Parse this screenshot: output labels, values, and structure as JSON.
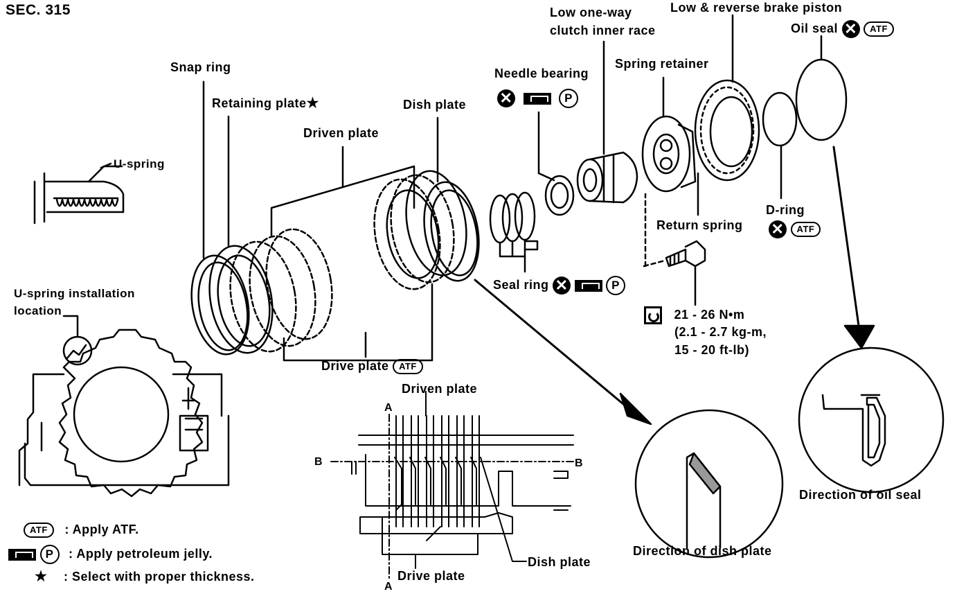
{
  "section": "SEC. 315",
  "labels": {
    "snap_ring": "Snap ring",
    "retaining_plate": "Retaining plate",
    "driven_plate": "Driven plate",
    "dish_plate": "Dish plate",
    "drive_plate": "Drive plate",
    "needle_bearing": "Needle bearing",
    "low_one_way_line1": "Low one-way",
    "low_one_way_line2": "clutch inner race",
    "spring_retainer": "Spring retainer",
    "low_reverse_piston": "Low & reverse brake piston",
    "oil_seal": "Oil seal",
    "d_ring": "D-ring",
    "return_spring": "Return spring",
    "seal_ring": "Seal ring",
    "torque_line1": "21 - 26 N•m",
    "torque_line2": "(2.1 - 2.7 kg-m,",
    "torque_line3": "15 - 20 ft-lb)",
    "u_spring": "U-spring",
    "u_spring_install_line1": "U-spring installation",
    "u_spring_install_line2": "location",
    "section_driven_plate": "Driven plate",
    "section_drive_plate": "Drive plate",
    "section_dish_plate": "Dish plate",
    "section_a_top": "A",
    "section_a_bottom": "A",
    "section_b_left": "B",
    "section_b_right": "B",
    "dir_dish_plate": "Direction of dish plate",
    "dir_oil_seal": "Direction of oil seal"
  },
  "symbols": {
    "atf": "ATF",
    "petroleum": "P",
    "replace": "✕",
    "star": "★"
  },
  "legend": {
    "atf_text": ": Apply ATF.",
    "jelly_text": ": Apply petroleum jelly.",
    "star_text": ": Select with proper thickness."
  }
}
